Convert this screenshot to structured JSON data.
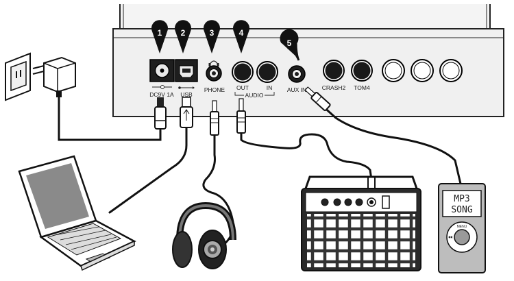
{
  "callouts": [
    "1",
    "2",
    "3",
    "4",
    "5"
  ],
  "ports": {
    "power": "DC9V 1A",
    "usb": "USB",
    "phone": "PHONE",
    "out": "OUT",
    "in": "IN",
    "audio": "AUDIO",
    "aux_in": "AUX IN",
    "crash2": "CRASH2",
    "tom4": "TOM4"
  },
  "mp3_player": {
    "screen_line1": "MP3",
    "screen_line2": "SONG",
    "menu_label": "MENU"
  },
  "icons": [
    "wall-outlet-icon",
    "power-adapter-icon",
    "laptop-icon",
    "headphones-icon",
    "amplifier-icon",
    "mp3-player-icon",
    "headphone-symbol-icon",
    "usb-symbol-icon"
  ]
}
